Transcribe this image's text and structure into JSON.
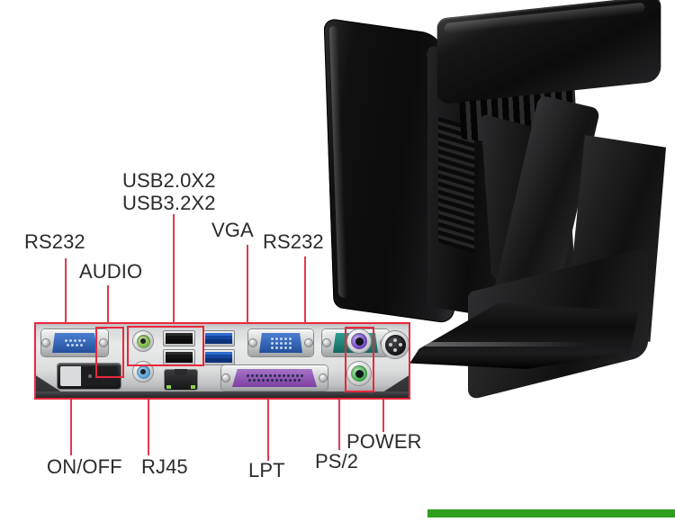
{
  "document": {
    "type": "product-spec-annotated-photo",
    "subject": "POS terminal rear I/O panel"
  },
  "accent": {
    "callout_red": "#e8283c",
    "leader_red": "#e03a4e",
    "label_text": "#2b2b2b",
    "green_bar": "#2f9e1d"
  },
  "labels": {
    "top": [
      {
        "id": "rs232-left",
        "text": "RS232"
      },
      {
        "id": "audio",
        "text": "AUDIO"
      },
      {
        "id": "usb20",
        "text": "USB2.0X2"
      },
      {
        "id": "usb32",
        "text": "USB3.2X2"
      },
      {
        "id": "vga",
        "text": "VGA"
      },
      {
        "id": "rs232-right",
        "text": "RS232"
      }
    ],
    "bottom": [
      {
        "id": "onoff",
        "text": "ON/OFF"
      },
      {
        "id": "rj45",
        "text": "RJ45"
      },
      {
        "id": "lpt",
        "text": "LPT"
      },
      {
        "id": "ps2",
        "text": "PS/2"
      },
      {
        "id": "power",
        "text": "POWER"
      }
    ]
  },
  "ports": [
    {
      "id": "rs232-db9-left",
      "name": "RS232 serial port",
      "connector": "DB9 female",
      "color": "#2a57a6"
    },
    {
      "id": "audio-line-out",
      "name": "Audio line out",
      "connector": "3.5mm jack",
      "color": "#7fba4e"
    },
    {
      "id": "audio-line-in",
      "name": "Audio line in",
      "connector": "3.5mm jack",
      "color": "#5ba5da"
    },
    {
      "id": "usb-2-0-upper",
      "name": "USB 2.0 port",
      "connector": "USB-A",
      "color": "#141414"
    },
    {
      "id": "usb-2-0-lower",
      "name": "USB 2.0 port",
      "connector": "USB-A",
      "color": "#141414"
    },
    {
      "id": "usb-3-2-upper",
      "name": "USB 3.2 port",
      "connector": "USB-A",
      "color": "#1546a0"
    },
    {
      "id": "usb-3-2-lower",
      "name": "USB 3.2 port",
      "connector": "USB-A",
      "color": "#1546a0"
    },
    {
      "id": "rj45-lan",
      "name": "RJ45 LAN port",
      "connector": "8P8C",
      "color": "#161618"
    },
    {
      "id": "vga-port",
      "name": "VGA video port",
      "connector": "HD15 female",
      "color": "#24509d"
    },
    {
      "id": "rs232-db9-right",
      "name": "RS232 serial port",
      "connector": "DB9 male",
      "color": "#13675f"
    },
    {
      "id": "lpt-port",
      "name": "LPT parallel port",
      "connector": "DB25 female",
      "color": "#7d3fa3"
    },
    {
      "id": "ps2-keyboard",
      "name": "PS/2 keyboard port",
      "connector": "Mini-DIN 6",
      "color": "#7a52c9"
    },
    {
      "id": "ps2-mouse",
      "name": "PS/2 mouse port",
      "connector": "Mini-DIN 6",
      "color": "#4db257"
    },
    {
      "id": "power-din",
      "name": "DC power input",
      "connector": "DIN 4-pin",
      "color": "#161618"
    },
    {
      "id": "power-switch",
      "name": "ON/OFF rocker switch",
      "connector": "rocker",
      "color": "#1e1e20"
    }
  ],
  "device": {
    "name": "POS terminal rear view",
    "parts": [
      "main display back cover",
      "customer display",
      "hinge vents",
      "support arm",
      "stand base"
    ]
  }
}
